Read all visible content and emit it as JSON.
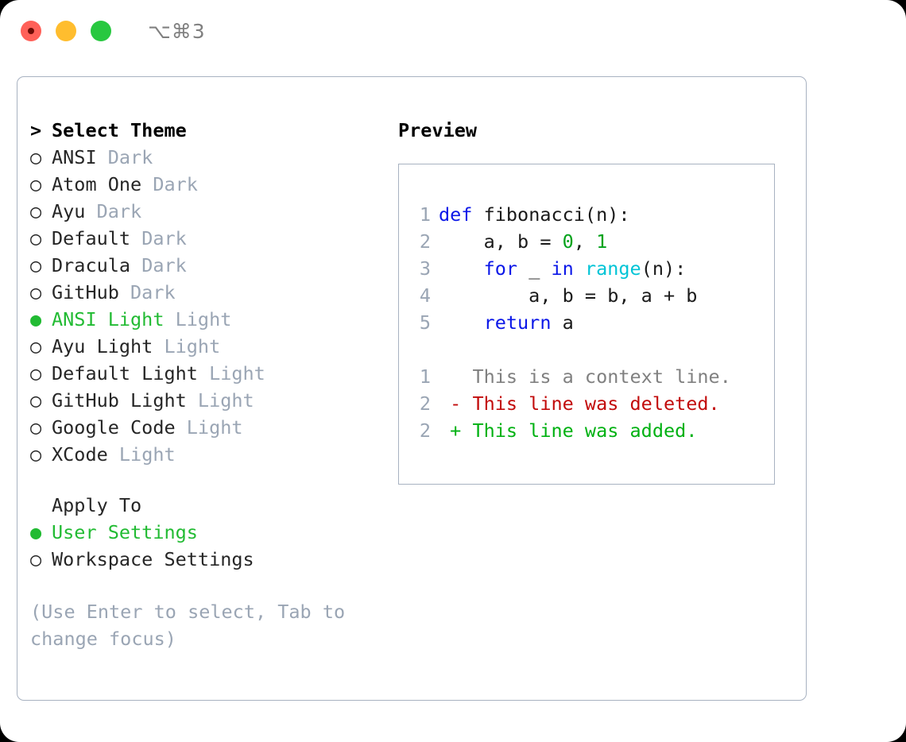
{
  "titlebar": {
    "shortcut": "⌥⌘3",
    "buttons": [
      {
        "name": "close",
        "color": "#ff6058"
      },
      {
        "name": "minimize",
        "color": "#ffbd2e"
      },
      {
        "name": "maximize",
        "color": "#28c840"
      }
    ]
  },
  "colors": {
    "accent_green": "#22bb33",
    "muted": "#9aa5b4",
    "border": "#a8b2c1",
    "text": "#262626",
    "keyword": "#0b17e8",
    "function": "#00c4d6",
    "number": "#00a21a",
    "diff_add": "#00b112",
    "diff_del": "#c20b0b",
    "diff_ctx": "#808080"
  },
  "theme_picker": {
    "prompt": ">",
    "heading": "Select Theme",
    "bullet_empty": "○",
    "bullet_full": "●",
    "items": [
      {
        "name": "ANSI",
        "suffix": "Dark",
        "selected": false
      },
      {
        "name": "Atom One",
        "suffix": "Dark",
        "selected": false
      },
      {
        "name": "Ayu",
        "suffix": "Dark",
        "selected": false
      },
      {
        "name": "Default",
        "suffix": "Dark",
        "selected": false
      },
      {
        "name": "Dracula",
        "suffix": "Dark",
        "selected": false
      },
      {
        "name": "GitHub",
        "suffix": "Dark",
        "selected": false
      },
      {
        "name": "ANSI Light",
        "suffix": "Light",
        "selected": true
      },
      {
        "name": "Ayu Light",
        "suffix": "Light",
        "selected": false
      },
      {
        "name": "Default Light",
        "suffix": "Light",
        "selected": false
      },
      {
        "name": "GitHub Light",
        "suffix": "Light",
        "selected": false
      },
      {
        "name": "Google Code",
        "suffix": "Light",
        "selected": false
      },
      {
        "name": "XCode",
        "suffix": "Light",
        "selected": false
      }
    ]
  },
  "apply_to": {
    "heading": "Apply To",
    "items": [
      {
        "name": "User Settings",
        "selected": true
      },
      {
        "name": "Workspace Settings",
        "selected": false
      }
    ]
  },
  "hint": "(Use Enter to select, Tab to change focus)",
  "preview": {
    "title": "Preview",
    "code_lines": [
      {
        "num": "1",
        "tokens": [
          {
            "t": "def",
            "c": "kw"
          },
          {
            "t": " fibonacci(n):",
            "c": "txt"
          }
        ]
      },
      {
        "num": "2",
        "tokens": [
          {
            "t": "    a, b = ",
            "c": "txt"
          },
          {
            "t": "0",
            "c": "num"
          },
          {
            "t": ", ",
            "c": "txt"
          },
          {
            "t": "1",
            "c": "num"
          }
        ]
      },
      {
        "num": "3",
        "tokens": [
          {
            "t": "    ",
            "c": "txt"
          },
          {
            "t": "for",
            "c": "kw"
          },
          {
            "t": " _ ",
            "c": "txt"
          },
          {
            "t": "in",
            "c": "kw"
          },
          {
            "t": " ",
            "c": "txt"
          },
          {
            "t": "range",
            "c": "fn"
          },
          {
            "t": "(n):",
            "c": "txt"
          }
        ]
      },
      {
        "num": "4",
        "tokens": [
          {
            "t": "        a, b = b, a + b",
            "c": "txt"
          }
        ]
      },
      {
        "num": "5",
        "tokens": [
          {
            "t": "    ",
            "c": "txt"
          },
          {
            "t": "return",
            "c": "kw"
          },
          {
            "t": " a",
            "c": "txt"
          }
        ]
      }
    ],
    "diff_lines": [
      {
        "num": "1",
        "sign": " ",
        "text": "This is a context line.",
        "kind": "ctx"
      },
      {
        "num": "2",
        "sign": "-",
        "text": "This line was deleted.",
        "kind": "del"
      },
      {
        "num": "2",
        "sign": "+",
        "text": "This line was added.",
        "kind": "add"
      }
    ]
  }
}
